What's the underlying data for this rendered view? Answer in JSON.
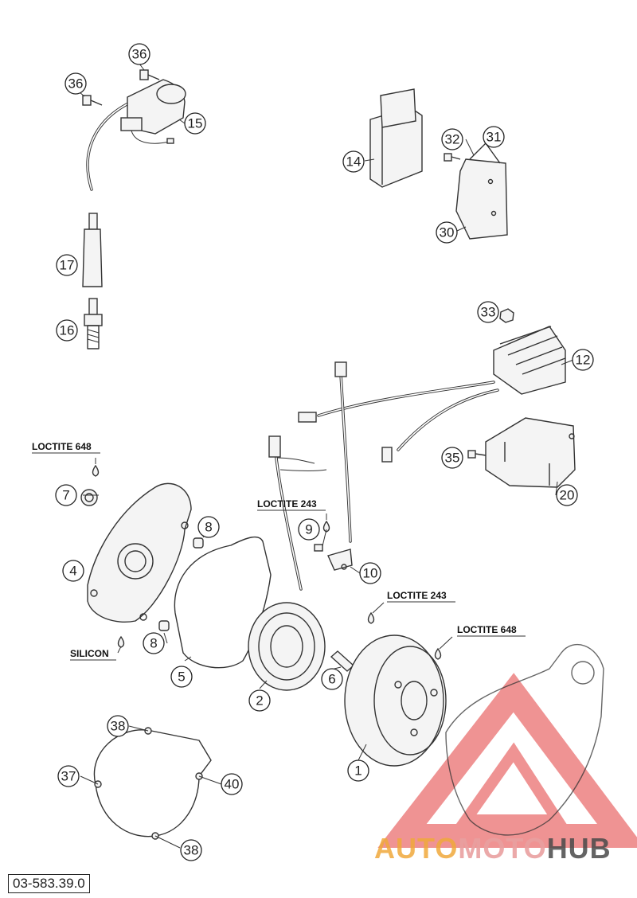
{
  "drawing_number": "03-583.39.0",
  "watermark": {
    "part1": "AUTO",
    "part2": "MOTO",
    "part3": "HUB",
    "color_accent": "#e23b3b"
  },
  "loctite": {
    "l648_cover": "LOCTITE 648",
    "l243_screw": "LOCTITE 243",
    "l243_stator": "LOCTITE 243",
    "l648_flywheel": "LOCTITE 648",
    "silicon": "SILICON"
  },
  "callouts": {
    "c36a": "36",
    "c36b": "36",
    "c15": "15",
    "c14": "14",
    "c32": "32",
    "c31": "31",
    "c30": "30",
    "c17": "17",
    "c16": "16",
    "c33": "33",
    "c12": "12",
    "c35": "35",
    "c20": "20",
    "c7": "7",
    "c8a": "8",
    "c4": "4",
    "c8b": "8",
    "c9": "9",
    "c10": "10",
    "c5": "5",
    "c2": "2",
    "c6": "6",
    "c1": "1",
    "c38a": "38",
    "c37": "37",
    "c40": "40",
    "c38b": "38"
  }
}
